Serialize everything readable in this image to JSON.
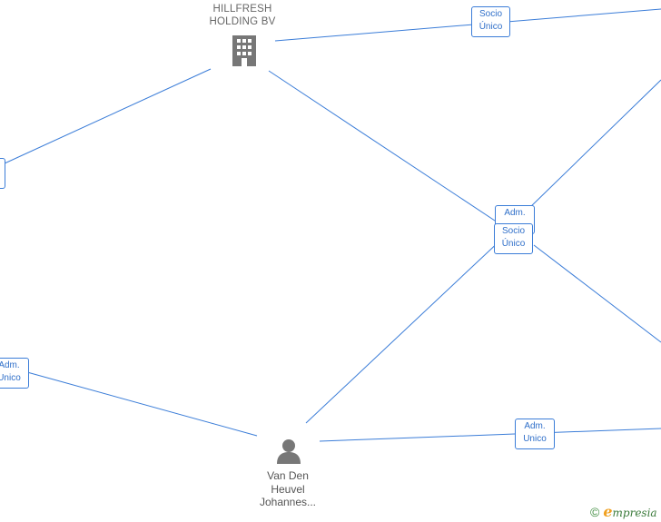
{
  "company": {
    "name_line1": "HILLFRESH",
    "name_line2": "HOLDING BV",
    "icon": "building-icon"
  },
  "person": {
    "name_line1": "Van Den",
    "name_line2": "Heuvel",
    "name_line3": "Johannes...",
    "icon": "person-icon"
  },
  "edge_labels": {
    "top_right": {
      "line1": "Socio",
      "line2": "Único"
    },
    "center_adm": {
      "line1": "Adm.",
      "line2": ""
    },
    "center_socio": {
      "line1": "Socio",
      "line2": "Único"
    },
    "left_adm": {
      "line1": "Adm.",
      "line2": "Unico"
    },
    "bottom_adm": {
      "line1": "Adm.",
      "line2": "Unico"
    }
  },
  "footer": {
    "copyright_symbol": "©",
    "brand_initial": "e",
    "brand_rest": "mpresia"
  },
  "colors": {
    "edge": "#3b7dd8",
    "icon": "#777777"
  }
}
